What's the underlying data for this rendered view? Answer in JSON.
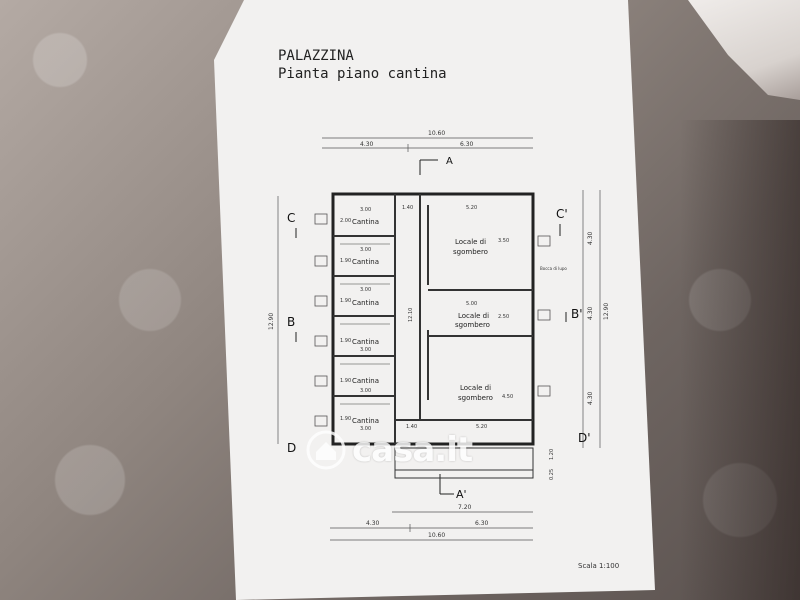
{
  "document": {
    "title": "PALAZZINA",
    "subtitle": "Pianta piano cantina",
    "scale": "Scala 1:100"
  },
  "watermark": {
    "text": "casa.it"
  },
  "plan": {
    "section_labels": {
      "A_top": "A",
      "A_bottom": "A'",
      "B_left": "B",
      "B_right": "B'",
      "C_left": "C",
      "C_right": "C'",
      "D_left": "D",
      "D_right": "D'"
    },
    "dimensions_top": {
      "total": "10.60",
      "left": "4.30",
      "right": "6.30"
    },
    "dimensions_bottom": {
      "top": "7.20",
      "left": "4.30",
      "right": "6.30",
      "total": "10.60"
    },
    "dimensions_side": {
      "left_total": "12.90",
      "right_total": "12.90",
      "right_a": "4.30",
      "right_b": "4.30",
      "right_c": "4.30",
      "right_mid": "12.10"
    },
    "cantine": [
      {
        "label": "Cantina",
        "width": "3.00",
        "height": "2.00"
      },
      {
        "label": "Cantina",
        "width": "3.00",
        "height": "1.90"
      },
      {
        "label": "Cantina",
        "width": "3.00",
        "height": "1.90"
      },
      {
        "label": "Cantina",
        "width": "3.00",
        "height": "1.90"
      },
      {
        "label": "Cantina",
        "width": "3.00",
        "height": "1.90"
      },
      {
        "label": "Cantina",
        "width": "3.00",
        "height": "1.90"
      }
    ],
    "locali": [
      {
        "line1": "Locale di",
        "line2": "sgombero",
        "dim_w": "5.20",
        "dim_h": "3.50"
      },
      {
        "line1": "Locale di",
        "line2": "sgombero",
        "dim_w": "5.00",
        "dim_h": "2.50"
      },
      {
        "line1": "Locale di",
        "line2": "sgombero",
        "dim_w": "5.20",
        "dim_h": "4.50"
      }
    ],
    "misc": {
      "corridor_top": "1.40",
      "corridor_bottom": "1.40",
      "bocca": "Bocca di lupo",
      "stair_w": "1.20",
      "stair_h": "0.25"
    }
  }
}
